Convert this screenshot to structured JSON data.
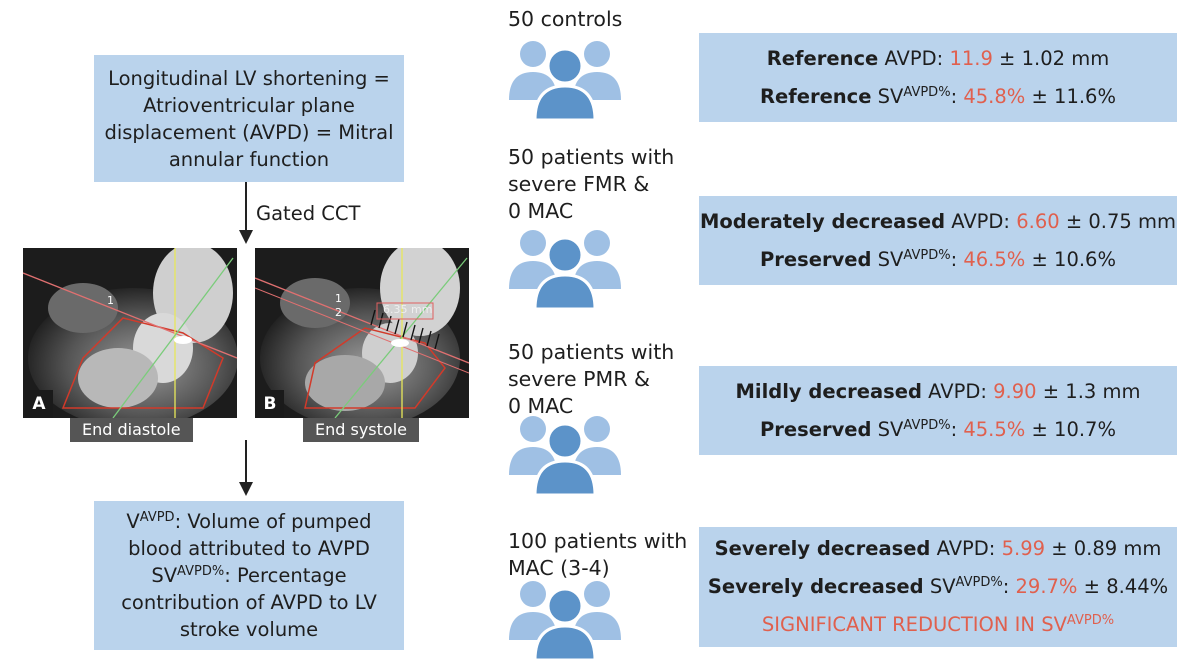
{
  "left": {
    "top_box_lines": [
      "Longitudinal LV shortening =",
      "Atrioventricular plane",
      "displacement (AVPD) = Mitral",
      "annular function"
    ],
    "arrow_label": "Gated CCT",
    "panel_a": {
      "letter": "A",
      "label": "End diastole",
      "mark_1": "1"
    },
    "panel_b": {
      "letter": "B",
      "label": "End systole",
      "mark_1": "1",
      "mark_2": "2",
      "measure": "6.35 mm"
    },
    "bottom_box": {
      "line1_v": "V",
      "line1_sup": "AVPD",
      "line1_rest": ": Volume of pumped",
      "line2": "blood attributed to AVPD",
      "line3_sv": "SV",
      "line3_sup": "AVPD%",
      "line3_rest": ": Percentage",
      "line4": "contribution of AVPD to LV",
      "line5": "stroke volume"
    }
  },
  "groups": [
    {
      "label_lines": [
        "50 controls"
      ],
      "avpd_term": "Reference",
      "avpd_label": " AVPD: ",
      "avpd_value": "11.9",
      "avpd_sd": " ± 1.02 mm",
      "sv_term": "Reference",
      "sv_prefix": " SV",
      "sv_sup": "AVPD%",
      "sv_colon": ": ",
      "sv_value": "45.8%",
      "sv_sd": " ± 11.6%"
    },
    {
      "label_lines": [
        "50 patients with",
        "severe FMR &",
        "0 MAC"
      ],
      "avpd_term": "Moderately decreased",
      "avpd_label": " AVPD: ",
      "avpd_value": "6.60",
      "avpd_sd": " ± 0.75 mm",
      "sv_term": "Preserved",
      "sv_prefix": " SV",
      "sv_sup": "AVPD%",
      "sv_colon": ": ",
      "sv_value": "46.5%",
      "sv_sd": " ± 10.6%"
    },
    {
      "label_lines": [
        "50 patients with",
        "severe PMR &",
        "0 MAC"
      ],
      "avpd_term": "Mildly decreased",
      "avpd_label": " AVPD: ",
      "avpd_value": "9.90",
      "avpd_sd": " ± 1.3 mm",
      "sv_term": "Preserved",
      "sv_prefix": " SV",
      "sv_sup": "AVPD%",
      "sv_colon": ": ",
      "sv_value": "45.5%",
      "sv_sd": " ± 10.7%"
    },
    {
      "label_lines": [
        "100 patients with",
        "MAC (3-4)"
      ],
      "avpd_term": "Severely decreased",
      "avpd_label": " AVPD: ",
      "avpd_value": "5.99",
      "avpd_sd": " ± 0.89 mm",
      "sv_term": "Severely decreased",
      "sv_prefix": " SV",
      "sv_sup": "AVPD%",
      "sv_colon": ": ",
      "sv_value": "29.7%",
      "sv_sd": " ± 8.44%",
      "note": "SIGNIFICANT REDUCTION IN SV",
      "note_sup": "AVPD%"
    }
  ],
  "colors": {
    "box_fill": "#bad3ec",
    "highlight_red": "#e0604e",
    "person_front": "#5c93c9",
    "person_back": "#9fc0e4"
  }
}
